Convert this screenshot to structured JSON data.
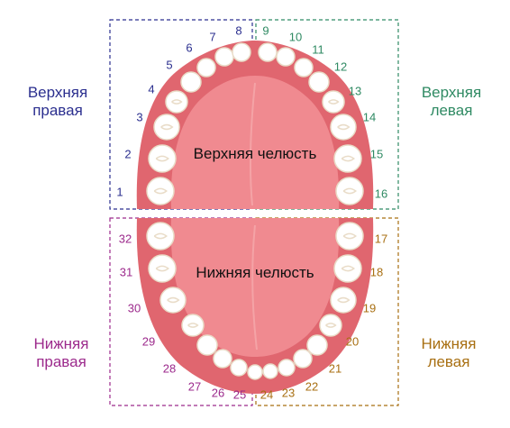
{
  "colors": {
    "upper_right": "#2b2f8f",
    "upper_left": "#2f8a63",
    "lower_right": "#9c2a8c",
    "lower_left": "#a86f12",
    "gum": "#e0666f",
    "palate": "#f08a90",
    "tooth": "#ffffff",
    "tooth_shade": "#e9dcc8"
  },
  "quadrants": {
    "upper_right": {
      "line1": "Верхняя",
      "line2": "правая"
    },
    "upper_left": {
      "line1": "Верхняя",
      "line2": "левая"
    },
    "lower_right": {
      "line1": "Нижняя",
      "line2": "правая"
    },
    "lower_left": {
      "line1": "Нижняя",
      "line2": "левая"
    }
  },
  "jaws": {
    "upper": "Верхняя челюсть",
    "lower": "Нижняя челюсть"
  },
  "teeth": [
    {
      "n": "1",
      "q": "upper_right"
    },
    {
      "n": "2",
      "q": "upper_right"
    },
    {
      "n": "3",
      "q": "upper_right"
    },
    {
      "n": "4",
      "q": "upper_right"
    },
    {
      "n": "5",
      "q": "upper_right"
    },
    {
      "n": "6",
      "q": "upper_right"
    },
    {
      "n": "7",
      "q": "upper_right"
    },
    {
      "n": "8",
      "q": "upper_right"
    },
    {
      "n": "9",
      "q": "upper_left"
    },
    {
      "n": "10",
      "q": "upper_left"
    },
    {
      "n": "11",
      "q": "upper_left"
    },
    {
      "n": "12",
      "q": "upper_left"
    },
    {
      "n": "13",
      "q": "upper_left"
    },
    {
      "n": "14",
      "q": "upper_left"
    },
    {
      "n": "15",
      "q": "upper_left"
    },
    {
      "n": "16",
      "q": "upper_left"
    },
    {
      "n": "17",
      "q": "lower_left"
    },
    {
      "n": "18",
      "q": "lower_left"
    },
    {
      "n": "19",
      "q": "lower_left"
    },
    {
      "n": "20",
      "q": "lower_left"
    },
    {
      "n": "21",
      "q": "lower_left"
    },
    {
      "n": "22",
      "q": "lower_left"
    },
    {
      "n": "23",
      "q": "lower_left"
    },
    {
      "n": "24",
      "q": "lower_left"
    },
    {
      "n": "25",
      "q": "lower_right"
    },
    {
      "n": "26",
      "q": "lower_right"
    },
    {
      "n": "27",
      "q": "lower_right"
    },
    {
      "n": "28",
      "q": "lower_right"
    },
    {
      "n": "29",
      "q": "lower_right"
    },
    {
      "n": "30",
      "q": "lower_right"
    },
    {
      "n": "31",
      "q": "lower_right"
    },
    {
      "n": "32",
      "q": "lower_right"
    }
  ]
}
